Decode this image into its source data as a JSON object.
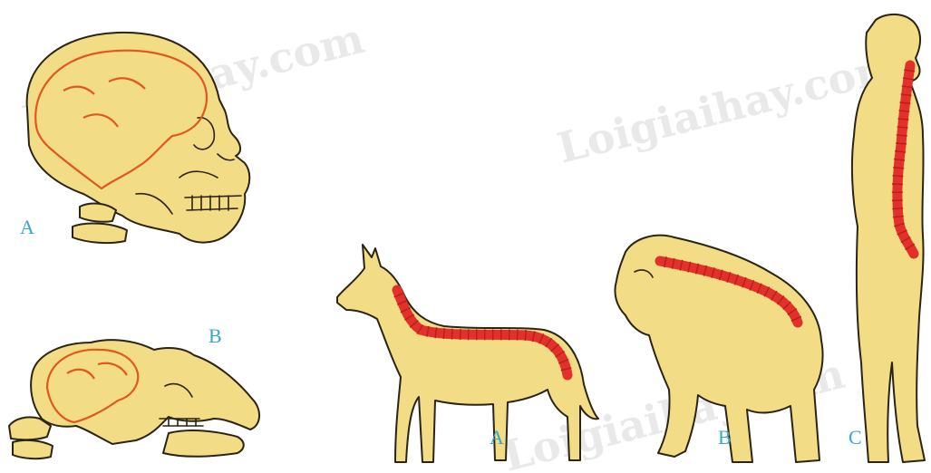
{
  "watermarks": [
    "Loigiaihay.com",
    "Loigiaihay.com",
    "Loigiaihay.com"
  ],
  "skull_panel": {
    "human_skull_label": "A",
    "gorilla_skull_label": "B"
  },
  "spine_panel": {
    "dog_label": "A",
    "ape_label": "B",
    "human_label": "C"
  },
  "colors": {
    "body": "#f3dc86",
    "outline": "#2b2414",
    "brain_outline": "#e2571f",
    "spine": "#e2302a",
    "label": "#3aa6c9"
  }
}
